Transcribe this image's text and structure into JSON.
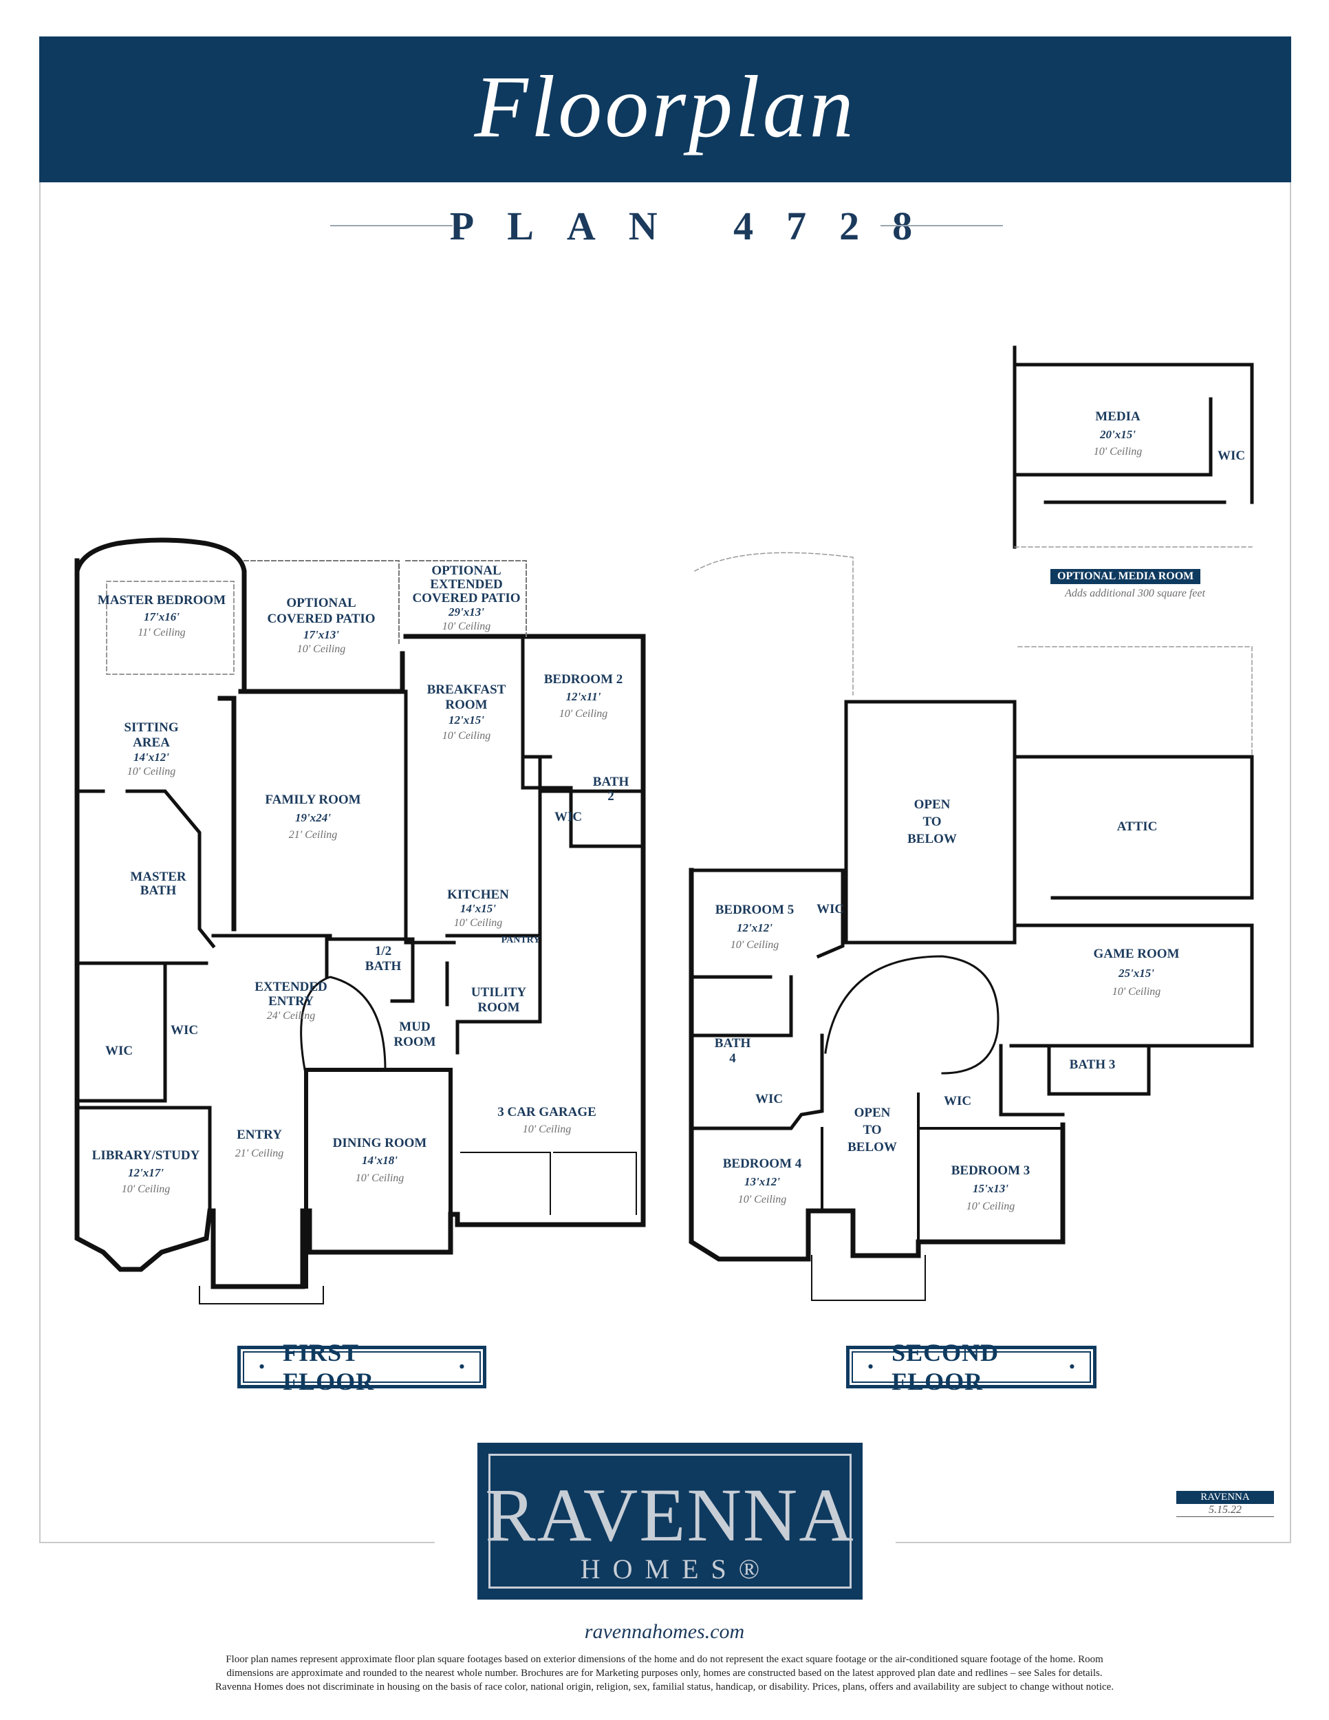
{
  "header": {
    "title": "Floorplan",
    "plan": "PLAN 4728"
  },
  "first_floor": {
    "label": "FIRST FLOOR",
    "rooms": {
      "master_bedroom": {
        "name": "MASTER BEDROOM",
        "dim": "17'x16'",
        "ceiling": "11' Ceiling"
      },
      "covered_patio": {
        "name1": "OPTIONAL",
        "name2": "COVERED PATIO",
        "dim": "17'x13'",
        "ceiling": "10' Ceiling"
      },
      "ext_patio": {
        "name1": "OPTIONAL",
        "name2": "EXTENDED",
        "name3": "COVERED PATIO",
        "dim": "29'x13'",
        "ceiling": "10' Ceiling"
      },
      "breakfast": {
        "name1": "BREAKFAST",
        "name2": "ROOM",
        "dim": "12'x15'",
        "ceiling": "10' Ceiling"
      },
      "bedroom2": {
        "name": "BEDROOM 2",
        "dim": "12'x11'",
        "ceiling": "10' Ceiling"
      },
      "sitting": {
        "name1": "SITTING",
        "name2": "AREA",
        "dim": "14'x12'",
        "ceiling": "10' Ceiling"
      },
      "family": {
        "name": "FAMILY ROOM",
        "dim": "19'x24'",
        "ceiling": "21' Ceiling"
      },
      "bath2": {
        "name1": "BATH",
        "name2": "2"
      },
      "wic_bed2": "WIC",
      "master_bath": {
        "name1": "MASTER",
        "name2": "BATH"
      },
      "kitchen": {
        "name": "KITCHEN",
        "dim": "14'x15'",
        "ceiling": "10' Ceiling"
      },
      "pantry": "PANTRY",
      "half_bath": {
        "name1": "1/2",
        "name2": "BATH"
      },
      "ext_entry": {
        "name1": "EXTENDED",
        "name2": "ENTRY",
        "ceiling": "24' Ceiling"
      },
      "utility": {
        "name1": "UTILITY",
        "name2": "ROOM"
      },
      "mud": {
        "name1": "MUD",
        "name2": "ROOM"
      },
      "wic_a": "WIC",
      "wic_b": "WIC",
      "garage": {
        "name": "3 CAR GARAGE",
        "ceiling": "10' Ceiling"
      },
      "entry": {
        "name": "ENTRY",
        "ceiling": "21' Ceiling"
      },
      "dining": {
        "name": "DINING ROOM",
        "dim": "14'x18'",
        "ceiling": "10' Ceiling"
      },
      "library": {
        "name": "LIBRARY/STUDY",
        "dim": "12'x17'",
        "ceiling": "10' Ceiling"
      }
    }
  },
  "second_floor": {
    "label": "SECOND FLOOR",
    "rooms": {
      "media": {
        "name": "MEDIA",
        "dim": "20'x15'",
        "ceiling": "10' Ceiling"
      },
      "wic_media": "WIC",
      "optional_media": "OPTIONAL MEDIA ROOM",
      "optional_media_note": "Adds additional 300 square feet",
      "open_below1": {
        "l1": "OPEN",
        "l2": "TO",
        "l3": "BELOW"
      },
      "attic": "ATTIC",
      "bedroom5": {
        "name": "BEDROOM 5",
        "dim": "12'x12'",
        "ceiling": "10' Ceiling"
      },
      "wic5": "WIC",
      "game": {
        "name": "GAME ROOM",
        "dim": "25'x15'",
        "ceiling": "10' Ceiling"
      },
      "bath4": {
        "name1": "BATH",
        "name2": "4"
      },
      "bath3": "BATH 3",
      "wic4": "WIC",
      "wic3": "WIC",
      "open_below2": {
        "l1": "OPEN",
        "l2": "TO",
        "l3": "BELOW"
      },
      "bedroom4": {
        "name": "BEDROOM 4",
        "dim": "13'x12'",
        "ceiling": "10' Ceiling"
      },
      "bedroom3": {
        "name": "BEDROOM 3",
        "dim": "15'x13'",
        "ceiling": "10' Ceiling"
      }
    }
  },
  "logo": {
    "name": "RAVENNA",
    "sub": "HOMES®"
  },
  "stamp": {
    "name": "RAVENNA",
    "date": "5.15.22"
  },
  "footer": {
    "url": "ravennahomes.com",
    "line1": "Floor plan names represent approximate floor plan square footages based on exterior dimensions of the home and do not represent the exact square footage or the air-conditioned square footage of the home. Room",
    "line2": "dimensions are approximate and rounded to the nearest whole number.  Brochures are for Marketing purposes only, homes are constructed based on the latest approved plan date and redlines – see Sales for details.",
    "line3": "Ravenna Homes does not discriminate in housing on the basis of race color, national origin, religion, sex, familial status, handicap, or disability. Prices, plans, offers and availability are subject to change without notice."
  }
}
